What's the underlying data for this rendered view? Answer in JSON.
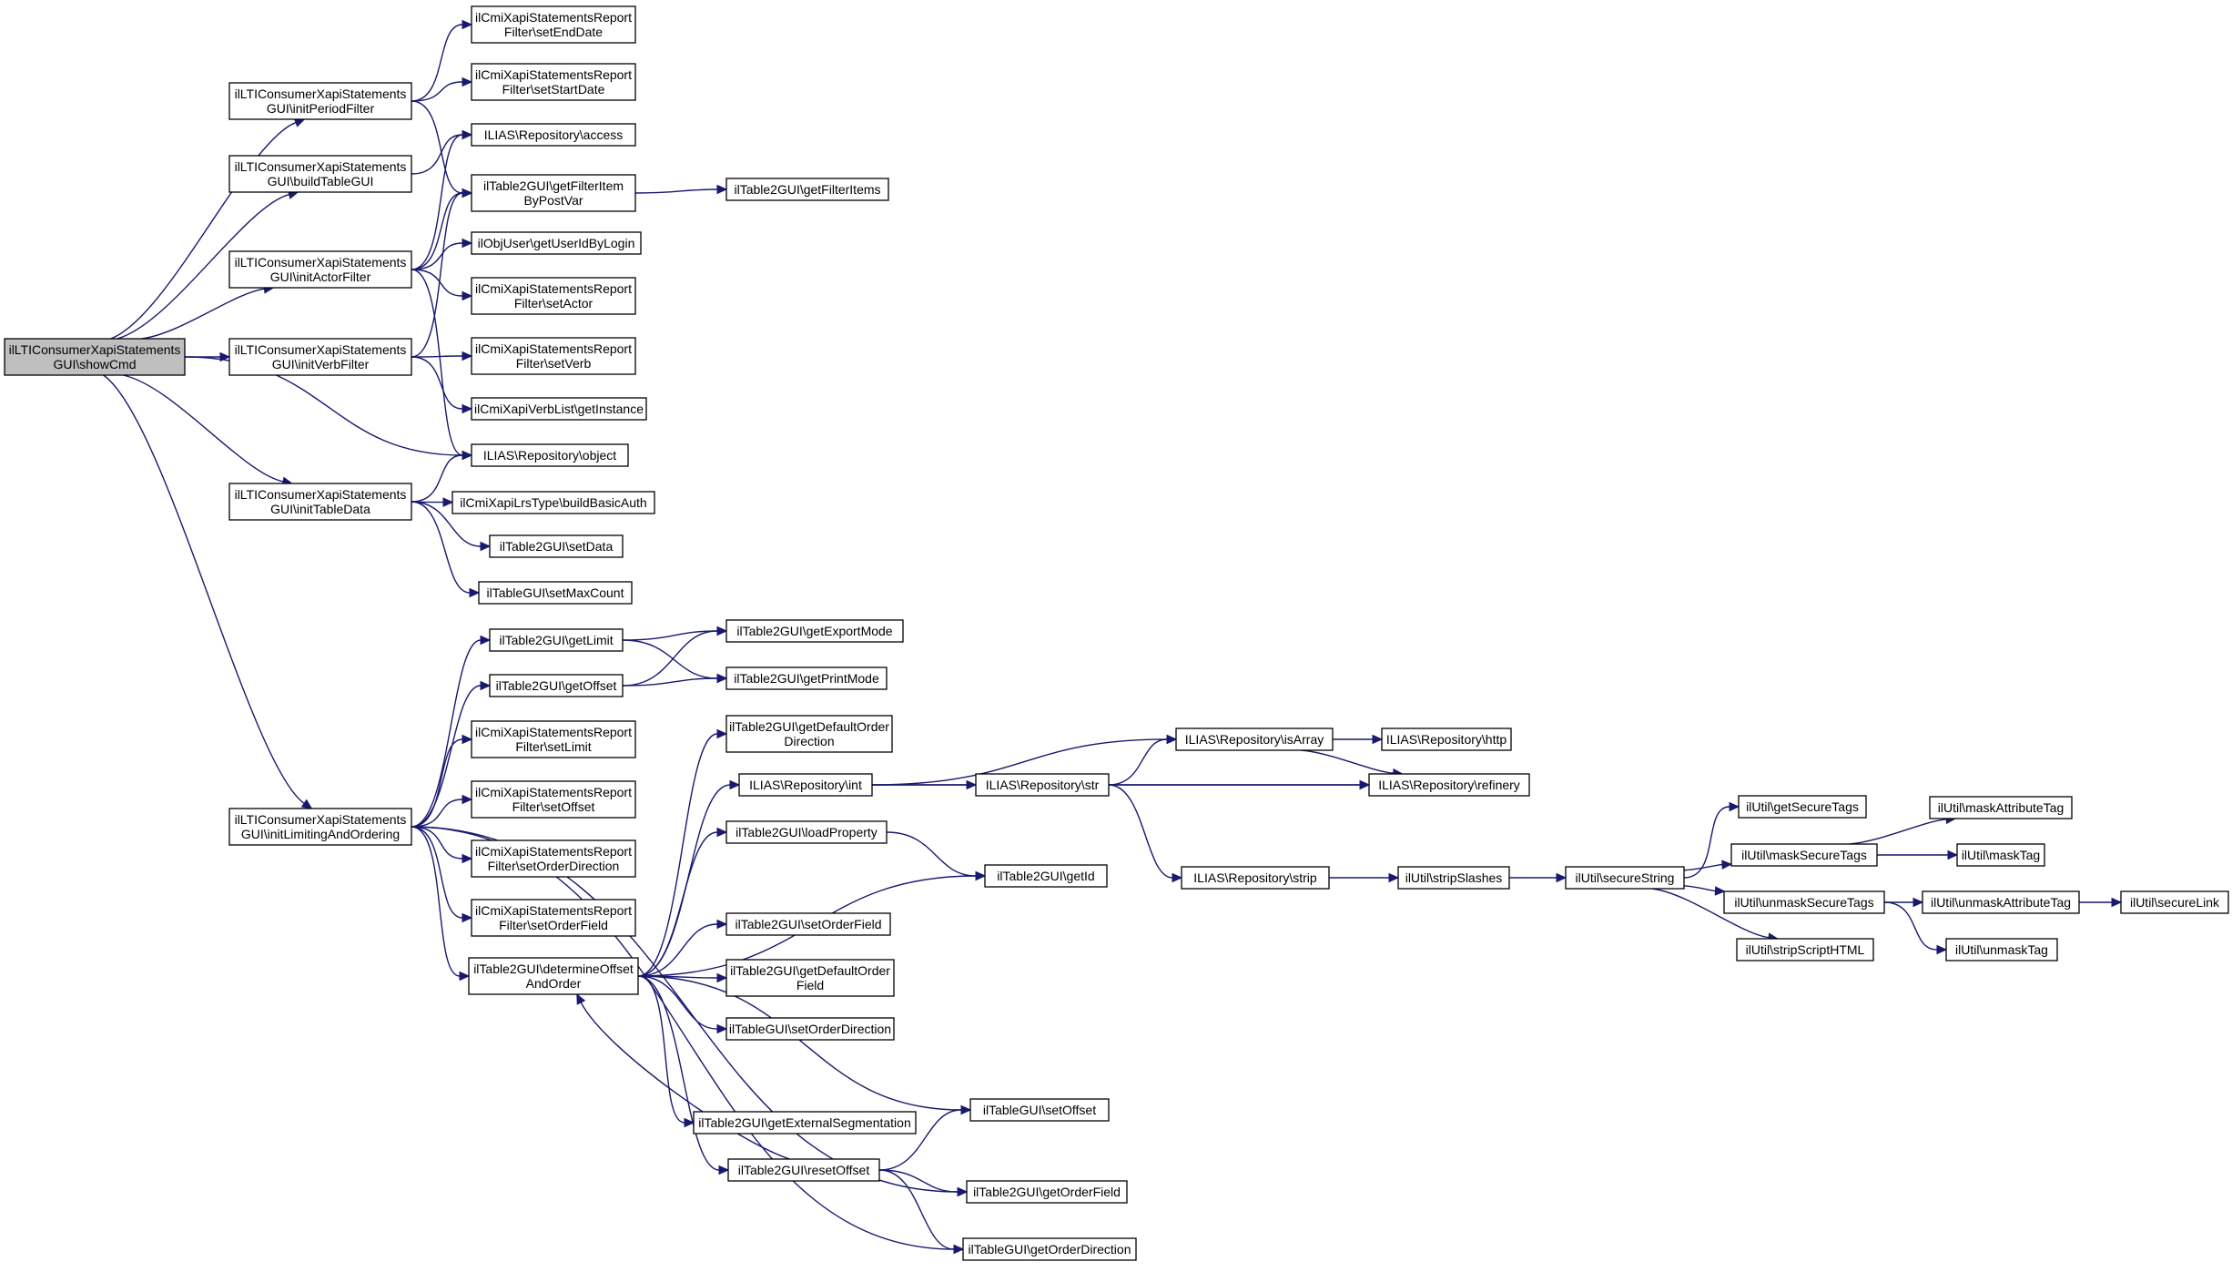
{
  "diagram": {
    "type": "call-graph",
    "colors": {
      "edge": "#191970",
      "node_fill": "#ffffff",
      "root_fill": "#bfbfbf",
      "node_border": "#000000"
    },
    "nodes": [
      {
        "id": "root",
        "lines": [
          "ilLTIConsumerXapiStatements",
          "GUI\\showCmd"
        ],
        "root": true
      },
      {
        "id": "period",
        "lines": [
          "ilLTIConsumerXapiStatements",
          "GUI\\initPeriodFilter"
        ]
      },
      {
        "id": "build",
        "lines": [
          "ilLTIConsumerXapiStatements",
          "GUI\\buildTableGUI"
        ]
      },
      {
        "id": "actor",
        "lines": [
          "ilLTIConsumerXapiStatements",
          "GUI\\initActorFilter"
        ]
      },
      {
        "id": "verb",
        "lines": [
          "ilLTIConsumerXapiStatements",
          "GUI\\initVerbFilter"
        ]
      },
      {
        "id": "tabledata",
        "lines": [
          "ilLTIConsumerXapiStatements",
          "GUI\\initTableData"
        ]
      },
      {
        "id": "limiting",
        "lines": [
          "ilLTIConsumerXapiStatements",
          "GUI\\initLimitingAndOrdering"
        ]
      },
      {
        "id": "setEndDate",
        "lines": [
          "ilCmiXapiStatementsReport",
          "Filter\\setEndDate"
        ]
      },
      {
        "id": "setStartDate",
        "lines": [
          "ilCmiXapiStatementsReport",
          "Filter\\setStartDate"
        ]
      },
      {
        "id": "access",
        "lines": [
          "ILIAS\\Repository\\access"
        ]
      },
      {
        "id": "getFilterItemByPostVar",
        "lines": [
          "ilTable2GUI\\getFilterItem",
          "ByPostVar"
        ]
      },
      {
        "id": "getFilterItems",
        "lines": [
          "ilTable2GUI\\getFilterItems"
        ]
      },
      {
        "id": "getUserId",
        "lines": [
          "ilObjUser\\getUserIdByLogin"
        ]
      },
      {
        "id": "setActor",
        "lines": [
          "ilCmiXapiStatementsReport",
          "Filter\\setActor"
        ]
      },
      {
        "id": "setVerb",
        "lines": [
          "ilCmiXapiStatementsReport",
          "Filter\\setVerb"
        ]
      },
      {
        "id": "getInstance",
        "lines": [
          "ilCmiXapiVerbList\\getInstance"
        ]
      },
      {
        "id": "object",
        "lines": [
          "ILIAS\\Repository\\object"
        ]
      },
      {
        "id": "buildBasicAuth",
        "lines": [
          "ilCmiXapiLrsType\\buildBasicAuth"
        ]
      },
      {
        "id": "setData",
        "lines": [
          "ilTable2GUI\\setData"
        ]
      },
      {
        "id": "setMaxCount",
        "lines": [
          "ilTableGUI\\setMaxCount"
        ]
      },
      {
        "id": "getLimit",
        "lines": [
          "ilTable2GUI\\getLimit"
        ]
      },
      {
        "id": "getOffset",
        "lines": [
          "ilTable2GUI\\getOffset"
        ]
      },
      {
        "id": "getExportMode",
        "lines": [
          "ilTable2GUI\\getExportMode"
        ]
      },
      {
        "id": "getPrintMode",
        "lines": [
          "ilTable2GUI\\getPrintMode"
        ]
      },
      {
        "id": "rfSetLimit",
        "lines": [
          "ilCmiXapiStatementsReport",
          "Filter\\setLimit"
        ]
      },
      {
        "id": "rfSetOffset",
        "lines": [
          "ilCmiXapiStatementsReport",
          "Filter\\setOffset"
        ]
      },
      {
        "id": "rfSetOrderDirection",
        "lines": [
          "ilCmiXapiStatementsReport",
          "Filter\\setOrderDirection"
        ]
      },
      {
        "id": "rfSetOrderField",
        "lines": [
          "ilCmiXapiStatementsReport",
          "Filter\\setOrderField"
        ]
      },
      {
        "id": "determine",
        "lines": [
          "ilTable2GUI\\determineOffset",
          "AndOrder"
        ]
      },
      {
        "id": "getDefaultOrderDirection",
        "lines": [
          "ilTable2GUI\\getDefaultOrder",
          "Direction"
        ]
      },
      {
        "id": "int",
        "lines": [
          "ILIAS\\Repository\\int"
        ]
      },
      {
        "id": "loadProperty",
        "lines": [
          "ilTable2GUI\\loadProperty"
        ]
      },
      {
        "id": "getId",
        "lines": [
          "ilTable2GUI\\getId"
        ]
      },
      {
        "id": "setOrderField",
        "lines": [
          "ilTable2GUI\\setOrderField"
        ]
      },
      {
        "id": "getDefaultOrderField",
        "lines": [
          "ilTable2GUI\\getDefaultOrder",
          "Field"
        ]
      },
      {
        "id": "setOrderDirection",
        "lines": [
          "ilTableGUI\\setOrderDirection"
        ]
      },
      {
        "id": "setOffset",
        "lines": [
          "ilTableGUI\\setOffset"
        ]
      },
      {
        "id": "getExternalSegmentation",
        "lines": [
          "ilTable2GUI\\getExternalSegmentation"
        ]
      },
      {
        "id": "resetOffset",
        "lines": [
          "ilTable2GUI\\resetOffset"
        ]
      },
      {
        "id": "getOrderField",
        "lines": [
          "ilTable2GUI\\getOrderField"
        ]
      },
      {
        "id": "getOrderDirection",
        "lines": [
          "ilTableGUI\\getOrderDirection"
        ]
      },
      {
        "id": "isArray",
        "lines": [
          "ILIAS\\Repository\\isArray"
        ]
      },
      {
        "id": "http",
        "lines": [
          "ILIAS\\Repository\\http"
        ]
      },
      {
        "id": "str",
        "lines": [
          "ILIAS\\Repository\\str"
        ]
      },
      {
        "id": "refinery",
        "lines": [
          "ILIAS\\Repository\\refinery"
        ]
      },
      {
        "id": "strip",
        "lines": [
          "ILIAS\\Repository\\strip"
        ]
      },
      {
        "id": "stripSlashes",
        "lines": [
          "ilUtil\\stripSlashes"
        ]
      },
      {
        "id": "secureString",
        "lines": [
          "ilUtil\\secureString"
        ]
      },
      {
        "id": "getSecureTags",
        "lines": [
          "ilUtil\\getSecureTags"
        ]
      },
      {
        "id": "maskSecureTags",
        "lines": [
          "ilUtil\\maskSecureTags"
        ]
      },
      {
        "id": "unmaskSecureTags",
        "lines": [
          "ilUtil\\unmaskSecureTags"
        ]
      },
      {
        "id": "stripScriptHTML",
        "lines": [
          "ilUtil\\stripScriptHTML"
        ]
      },
      {
        "id": "maskAttributeTag",
        "lines": [
          "ilUtil\\maskAttributeTag"
        ]
      },
      {
        "id": "maskTag",
        "lines": [
          "ilUtil\\maskTag"
        ]
      },
      {
        "id": "unmaskAttributeTag",
        "lines": [
          "ilUtil\\unmaskAttributeTag"
        ]
      },
      {
        "id": "unmaskTag",
        "lines": [
          "ilUtil\\unmaskTag"
        ]
      },
      {
        "id": "secureLink",
        "lines": [
          "ilUtil\\secureLink"
        ]
      }
    ],
    "edges": [
      [
        "root",
        "period"
      ],
      [
        "root",
        "build"
      ],
      [
        "root",
        "actor"
      ],
      [
        "root",
        "verb"
      ],
      [
        "root",
        "object"
      ],
      [
        "root",
        "tabledata"
      ],
      [
        "root",
        "limiting"
      ],
      [
        "period",
        "setEndDate"
      ],
      [
        "period",
        "setStartDate"
      ],
      [
        "period",
        "getFilterItemByPostVar"
      ],
      [
        "build",
        "access"
      ],
      [
        "actor",
        "access"
      ],
      [
        "actor",
        "getFilterItemByPostVar"
      ],
      [
        "actor",
        "getUserId"
      ],
      [
        "actor",
        "setActor"
      ],
      [
        "actor",
        "object"
      ],
      [
        "verb",
        "getFilterItemByPostVar"
      ],
      [
        "verb",
        "setVerb"
      ],
      [
        "verb",
        "getInstance"
      ],
      [
        "getFilterItemByPostVar",
        "getFilterItems"
      ],
      [
        "tabledata",
        "object"
      ],
      [
        "tabledata",
        "buildBasicAuth"
      ],
      [
        "tabledata",
        "setData"
      ],
      [
        "tabledata",
        "setMaxCount"
      ],
      [
        "limiting",
        "getLimit"
      ],
      [
        "limiting",
        "getOffset"
      ],
      [
        "limiting",
        "rfSetLimit"
      ],
      [
        "limiting",
        "rfSetOffset"
      ],
      [
        "limiting",
        "rfSetOrderDirection"
      ],
      [
        "limiting",
        "rfSetOrderField"
      ],
      [
        "limiting",
        "determine"
      ],
      [
        "limiting",
        "getOrderField"
      ],
      [
        "limiting",
        "getOrderDirection"
      ],
      [
        "getLimit",
        "getExportMode"
      ],
      [
        "getLimit",
        "getPrintMode"
      ],
      [
        "getOffset",
        "getExportMode"
      ],
      [
        "getOffset",
        "getPrintMode"
      ],
      [
        "determine",
        "getDefaultOrderDirection"
      ],
      [
        "determine",
        "int"
      ],
      [
        "determine",
        "loadProperty"
      ],
      [
        "determine",
        "getId"
      ],
      [
        "determine",
        "setOrderField"
      ],
      [
        "determine",
        "getDefaultOrderField"
      ],
      [
        "determine",
        "setOrderDirection"
      ],
      [
        "determine",
        "setOffset"
      ],
      [
        "determine",
        "getExternalSegmentation"
      ],
      [
        "determine",
        "resetOffset"
      ],
      [
        "resetOffset",
        "determine"
      ],
      [
        "resetOffset",
        "setOffset"
      ],
      [
        "resetOffset",
        "getOrderField"
      ],
      [
        "resetOffset",
        "getOrderDirection"
      ],
      [
        "loadProperty",
        "getId"
      ],
      [
        "int",
        "isArray"
      ],
      [
        "int",
        "str"
      ],
      [
        "int",
        "refinery"
      ],
      [
        "str",
        "isArray"
      ],
      [
        "str",
        "refinery"
      ],
      [
        "str",
        "strip"
      ],
      [
        "isArray",
        "http"
      ],
      [
        "isArray",
        "refinery"
      ],
      [
        "strip",
        "stripSlashes"
      ],
      [
        "stripSlashes",
        "secureString"
      ],
      [
        "secureString",
        "getSecureTags"
      ],
      [
        "secureString",
        "maskSecureTags"
      ],
      [
        "secureString",
        "unmaskSecureTags"
      ],
      [
        "secureString",
        "stripScriptHTML"
      ],
      [
        "maskSecureTags",
        "maskAttributeTag"
      ],
      [
        "maskSecureTags",
        "maskTag"
      ],
      [
        "unmaskSecureTags",
        "unmaskAttributeTag"
      ],
      [
        "unmaskSecureTags",
        "unmaskTag"
      ],
      [
        "unmaskAttributeTag",
        "secureLink"
      ]
    ]
  }
}
